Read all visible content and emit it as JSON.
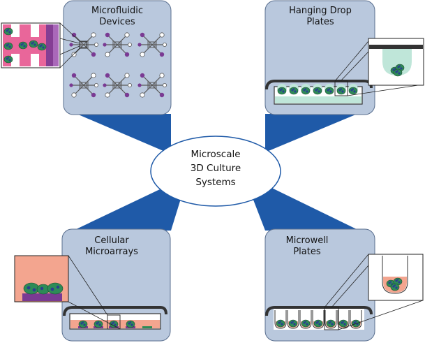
{
  "center": {
    "lines": [
      "Microscale",
      "3D Culture",
      "Systems"
    ]
  },
  "panels": {
    "microfluidic": {
      "title_lines": [
        "Microfluidic",
        "Devices"
      ]
    },
    "hanging_drop": {
      "title_lines": [
        "Hanging Drop",
        "Plates"
      ]
    },
    "cellular_microarrays": {
      "title_lines": [
        "Cellular",
        "Microarrays"
      ]
    },
    "microwell": {
      "title_lines": [
        "Microwell",
        "Plates"
      ]
    }
  },
  "colors": {
    "panel_fill": "#b9c8dd",
    "panel_stroke": "#5a6f8f",
    "connector_blue": "#1f5aa8",
    "cell_green": "#2e8b57",
    "cell_nucleus": "#2a3f8f",
    "channel_pink": "#e9669a",
    "port_purple": "#7a3a93",
    "drop_teal": "#bfe6d9",
    "array_salmon": "#f3a58f"
  }
}
